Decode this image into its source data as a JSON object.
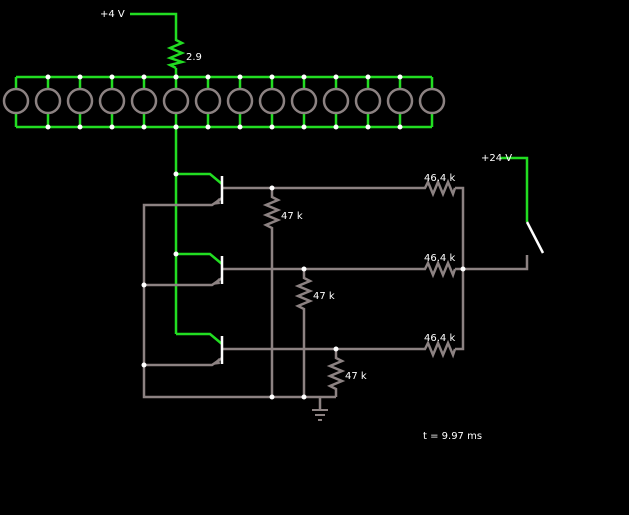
{
  "title": "",
  "sources": {
    "low_voltage_label": "+4 V",
    "high_voltage_label": "+24 V"
  },
  "resistors": {
    "bulb_series": "2.9",
    "base_pulldown": [
      "47 k",
      "47 k",
      "47 k"
    ],
    "base_series": [
      "46.4 k",
      "46.4 k",
      "46.4 k"
    ]
  },
  "lamp_bank": {
    "count": 14
  },
  "transistors": {
    "count": 3,
    "type": "NPN"
  },
  "switch": {
    "state": "open"
  },
  "simulation": {
    "time_label": "t = 9.97 ms"
  },
  "colors": {
    "background": "#000000",
    "powered_wire": "#22dd22",
    "idle_wire": "#8c8282",
    "node": "#ffffff",
    "text": "#ffffff",
    "switch": "#ffffff"
  }
}
